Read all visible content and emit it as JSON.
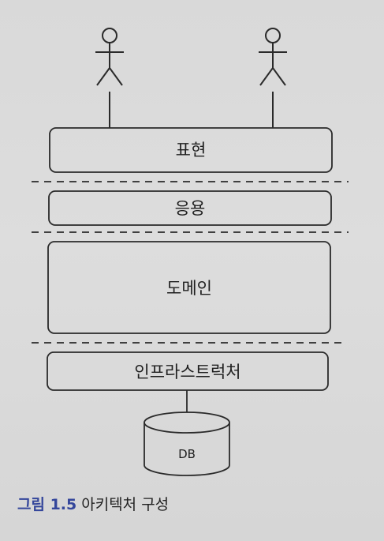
{
  "actors": [
    {
      "name": "user-left"
    },
    {
      "name": "user-right"
    }
  ],
  "layers": [
    {
      "id": "presentation",
      "label": "표현"
    },
    {
      "id": "application",
      "label": "응용"
    },
    {
      "id": "domain",
      "label": "도메인"
    },
    {
      "id": "infrastructure",
      "label": "인프라스트럭처"
    }
  ],
  "database": {
    "label": "DB"
  },
  "caption": {
    "number": "그림 1.5",
    "title": "아키텍처 구성"
  },
  "colors": {
    "stroke": "#2a2a2a",
    "caption_accent": "#34469b",
    "background": "#dadada"
  }
}
